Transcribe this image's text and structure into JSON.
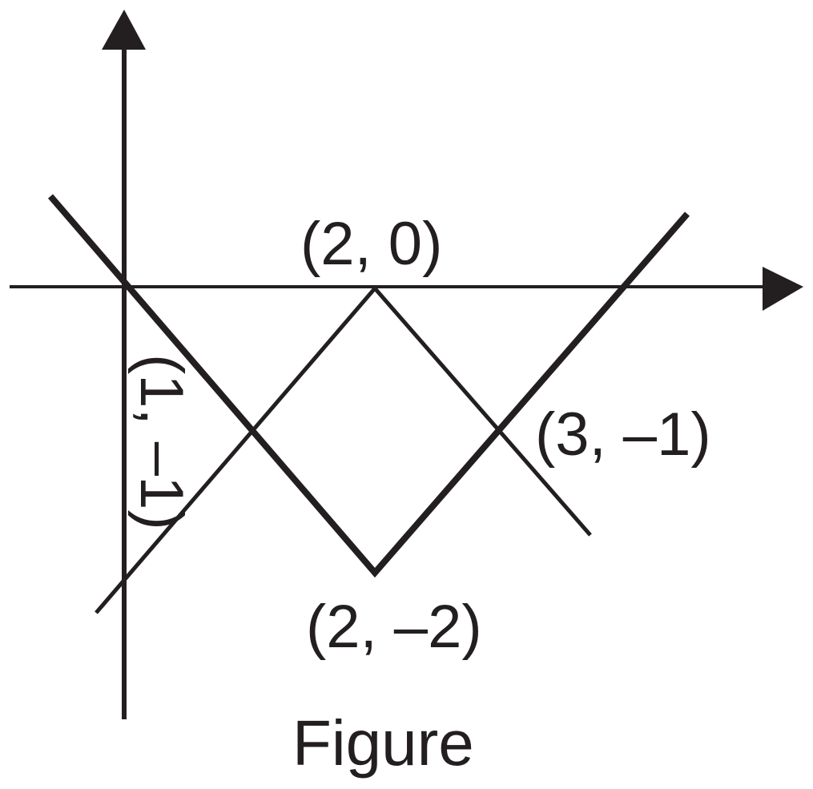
{
  "caption": "Figure",
  "labels": {
    "peak": "(2, 0)",
    "left_intersection": "(1, –1)",
    "right_intersection": "(3, –1)",
    "valley": "(2, –2)"
  },
  "colors": {
    "ink": "#231f20",
    "background": "#ffffff"
  }
}
